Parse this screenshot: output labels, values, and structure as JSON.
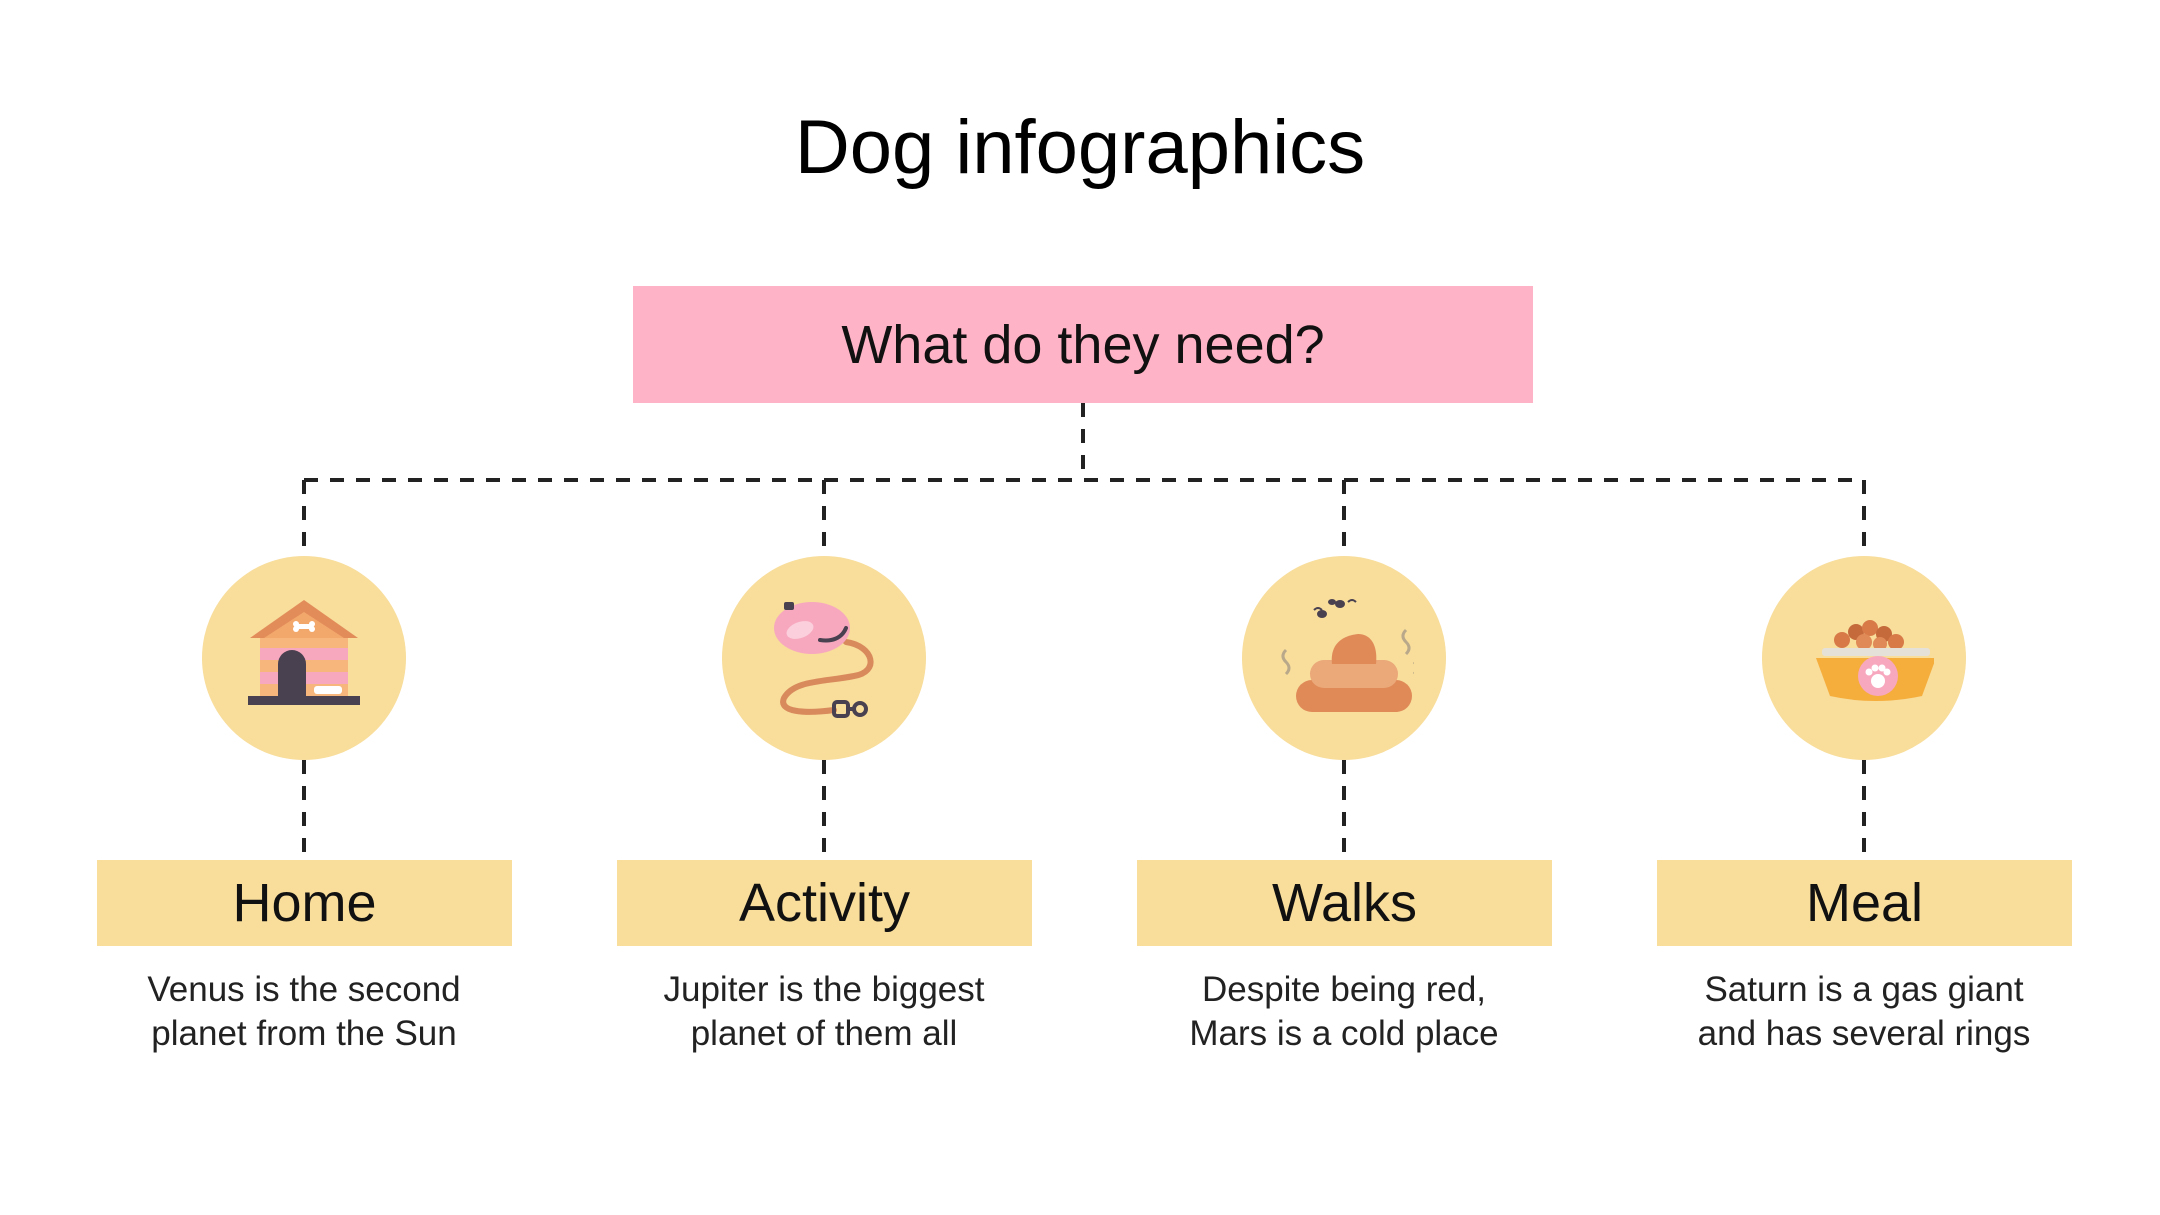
{
  "title": "Dog infographics",
  "question": "What do they need?",
  "items": [
    {
      "label": "Home",
      "desc_line1": "Venus is the second",
      "desc_line2": "planet from the Sun",
      "icon": "dog-house-icon"
    },
    {
      "label": "Activity",
      "desc_line1": "Jupiter is the biggest",
      "desc_line2": "planet of them all",
      "icon": "leash-icon"
    },
    {
      "label": "Walks",
      "desc_line1": "Despite being red,",
      "desc_line2": "Mars is a cold place",
      "icon": "poop-icon"
    },
    {
      "label": "Meal",
      "desc_line1": "Saturn is a gas giant",
      "desc_line2": "and has several rings",
      "icon": "food-bowl-icon"
    }
  ],
  "colors": {
    "question_box": "#ffb3c6",
    "circle_and_label": "#f8dd9b",
    "connector": "#222222"
  }
}
